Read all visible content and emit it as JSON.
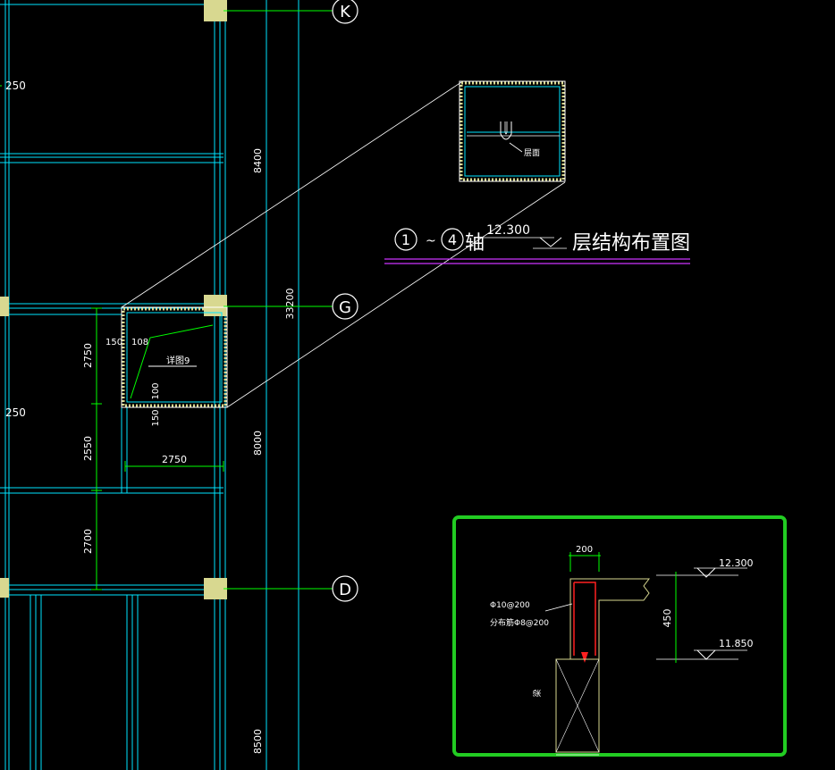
{
  "colors": {
    "background": "#000000",
    "wall": "#00e5ff",
    "dimension": "#00ff00",
    "text": "#ffffff",
    "column": "#d8d890",
    "highlight_box": "#22cc22",
    "underline": "#cc33ff",
    "rebar": "#ff2020"
  },
  "axes": {
    "k": "K",
    "g": "G",
    "d": "D"
  },
  "dims_vertical": {
    "top": "8400",
    "total": "33200",
    "mid": "8000",
    "bottom": "8500"
  },
  "dims_left": {
    "a": "2750",
    "b": "2550",
    "c": "2700",
    "edge_top": "250",
    "edge_mid": "250"
  },
  "dims_horizontal": {
    "a": "2750"
  },
  "pit_labels": {
    "d150": "150",
    "d108": "108",
    "d100": "100",
    "d150b": "150",
    "note": "详图9"
  },
  "detail_top": {
    "note": "层面"
  },
  "title": {
    "axis_from": "1",
    "tilde": "~",
    "axis_to": "4",
    "axis_word": "轴",
    "elevation": "12.300",
    "name": "层结构布置图"
  },
  "section": {
    "width": "200",
    "rebar_main": "Φ10@200",
    "rebar_dist": "分布筋Φ8@200",
    "elev_top": "12.300",
    "elev_bottom": "11.850",
    "height": "450",
    "beam": "梁"
  }
}
